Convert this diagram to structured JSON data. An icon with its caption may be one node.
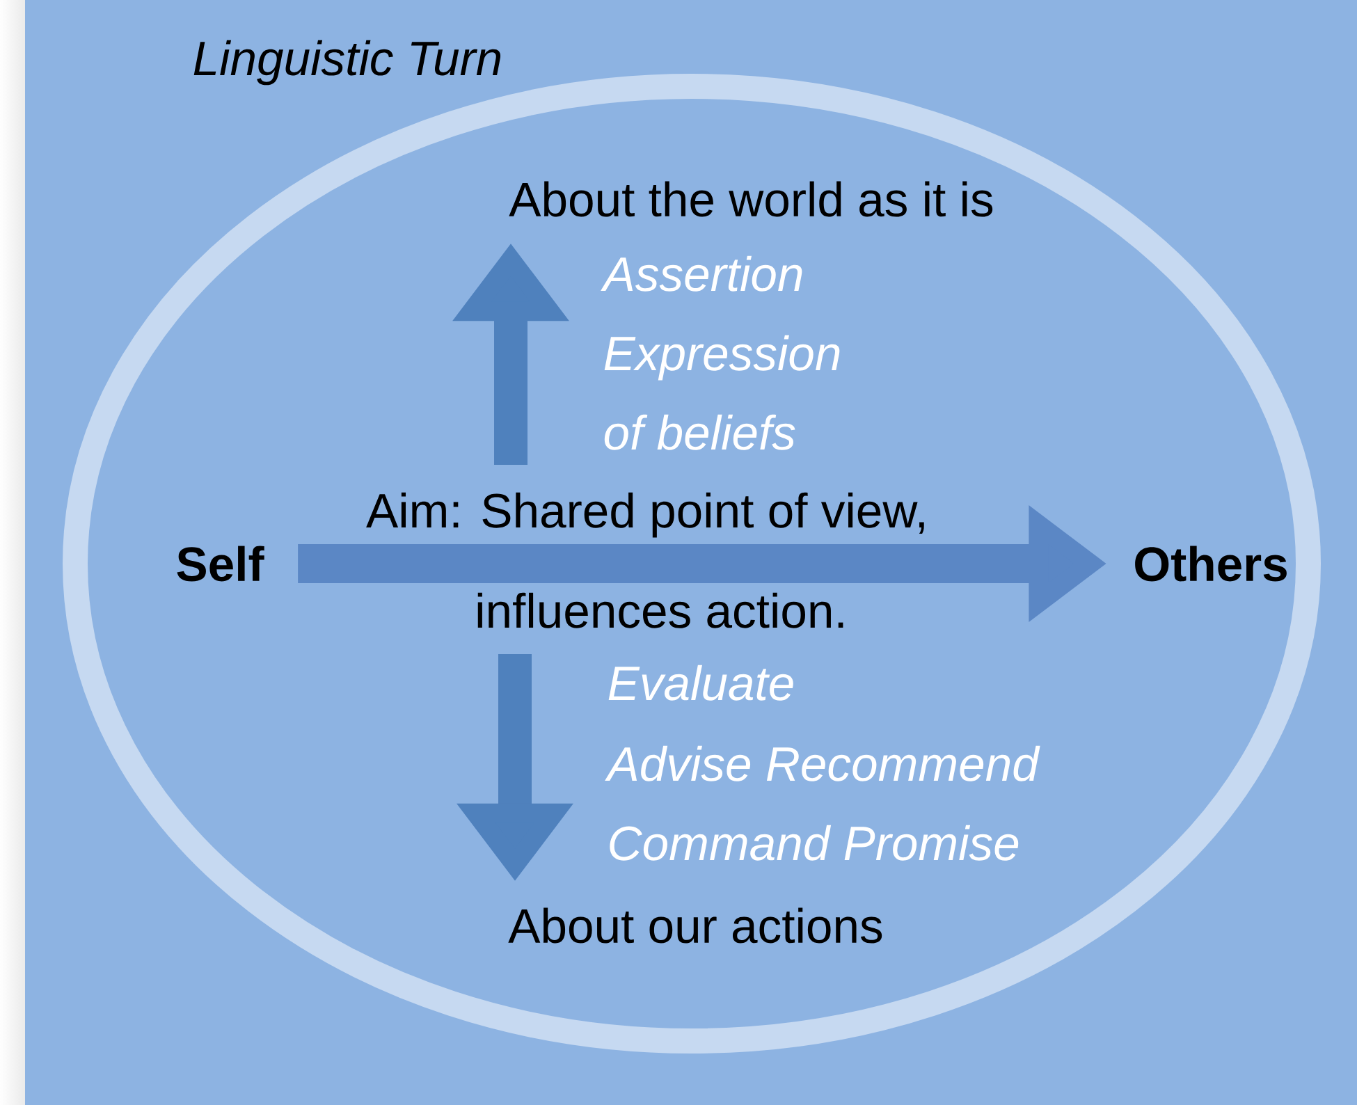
{
  "diagram": {
    "title": "Linguistic Turn",
    "nodes": [
      {
        "text": [
          "Self"
        ]
      },
      {
        "text": [
          "Others"
        ]
      },
      {
        "text": [
          "About the world as it is"
        ]
      },
      {
        "text": [
          "About our actions"
        ]
      }
    ],
    "edges": [
      {
        "from": 0,
        "to": 1,
        "arrow": "to"
      },
      {
        "from": null,
        "to": 2,
        "arrow": "to"
      },
      {
        "from": null,
        "to": 3,
        "arrow": "to"
      }
    ],
    "labels": [
      "Assertion",
      "Expression",
      "of beliefs",
      "Aim: Shared point of view,",
      "influences action.",
      "Evaluate",
      "Advise Recommend",
      "Command Promise"
    ]
  }
}
